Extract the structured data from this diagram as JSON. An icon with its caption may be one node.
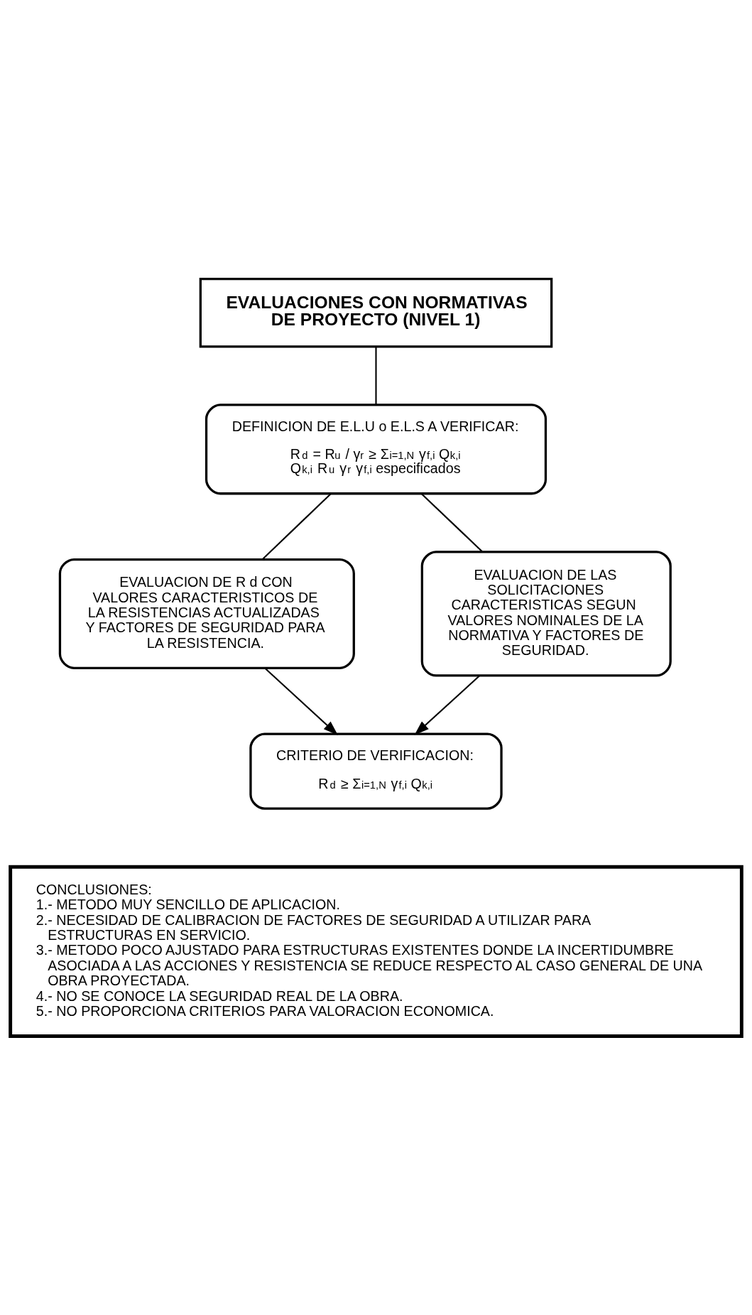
{
  "diagram": {
    "nodes": [
      {
        "text": [
          "EVALUACIONES CON NORMATIVAS DE PROYECTO (NIVEL 1)"
        ]
      },
      {
        "text": [
          "DEFINICION DE E.L.U o E.L.S A VERIFICAR:",
          "R$_{d}$ = R$_{u}$ / γ$_{r}$ ≥ Σ$_{i=1,N}$ γ$_{f,i}$ Q$_{k,i}$",
          "Q$_{k,i}$ R$_{u}$ γ$_{r}$ γ$_{f,i}$ especificados"
        ]
      },
      {
        "text": [
          "EVALUACION DE R d CON VALORES CARACTERISTICOS DE LA RESISTENCIAS ACTUALIZADAS Y FACTORES DE SEGURIDAD PARA LA RESISTENCIA."
        ]
      },
      {
        "text": [
          "EVALUACION DE LAS SOLICITACIONES CARACTERISTICAS SEGUN VALORES NOMINALES DE LA NORMATIVA Y FACTORES DE SEGURIDAD."
        ]
      },
      {
        "text": [
          "CRITERIO DE VERIFICACION:",
          "R$_{d}$ ≥ Σ$_{i=1,N}$ γ$_{f,i}$ Q$_{k,i}$"
        ]
      },
      {
        "text": [
          "CONCLUSIONES:",
          "1.- METODO MUY SENCILLO DE APLICACION.",
          "2.- NECESIDAD DE CALIBRACION DE FACTORES DE SEGURIDAD A UTILIZAR PARA ESTRUCTURAS EN SERVICIO.",
          "3.- METODO POCO AJUSTADO PARA ESTRUCTURAS EXISTENTES DONDE LA INCERTIDUMBRE ASOCIADA A LAS ACCIONES Y RESISTENCIA SE REDUCE RESPECTO AL CASO GENERAL DE UNA OBRA PROYECTADA.",
          "4.- NO SE CONOCE LA SEGURIDAD REAL DE LA OBRA.",
          "5.- NO PROPORCIONA CRITERIOS PARA VALORACION ECONOMICA."
        ]
      }
    ],
    "edges": [
      {
        "from": 0,
        "to": 1,
        "arrow": "none"
      },
      {
        "from": 1,
        "to": 2,
        "arrow": "none"
      },
      {
        "from": 1,
        "to": 3,
        "arrow": "none"
      },
      {
        "from": 2,
        "to": 4,
        "arrow": "to"
      },
      {
        "from": 3,
        "to": 4,
        "arrow": "to"
      }
    ]
  }
}
